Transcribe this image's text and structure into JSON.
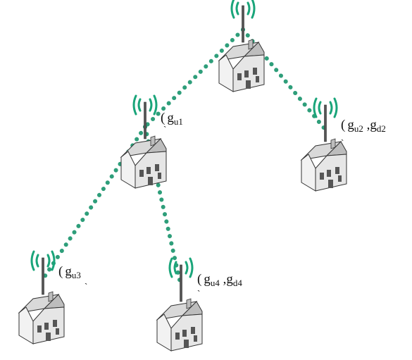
{
  "colors": {
    "link": "#2e9e7a",
    "wave": "#1aa57a",
    "mast": "#555555",
    "house_roof": "#d9d9d9",
    "house_wall": "#f2f2f2",
    "house_window": "#555555",
    "outline": "#333333"
  },
  "icons": {
    "node": "house-with-antenna-icon",
    "wave": "radio-wave-icon"
  },
  "nodes": [
    {
      "id": "root",
      "label": null
    },
    {
      "id": "node1",
      "label": {
        "open": "(",
        "g1": "g",
        "s1": "u1",
        "sep": "",
        "g2": "",
        "s2": ""
      }
    },
    {
      "id": "node2",
      "label": {
        "open": "(",
        "g1": "g",
        "s1": "u2",
        "sep": " ,",
        "g2": "g",
        "s2": "d2"
      }
    },
    {
      "id": "node3",
      "label": {
        "open": "(",
        "g1": "g",
        "s1": "u3",
        "sep": "",
        "g2": "",
        "s2": ""
      }
    },
    {
      "id": "node4",
      "label": {
        "open": "(",
        "g1": "g",
        "s1": "u4",
        "sep": " ,",
        "g2": "g",
        "s2": "d4"
      }
    }
  ],
  "links": [
    {
      "from": "root",
      "to": "node1"
    },
    {
      "from": "root",
      "to": "node2"
    },
    {
      "from": "node1",
      "to": "node3"
    },
    {
      "from": "node1",
      "to": "node4"
    }
  ]
}
